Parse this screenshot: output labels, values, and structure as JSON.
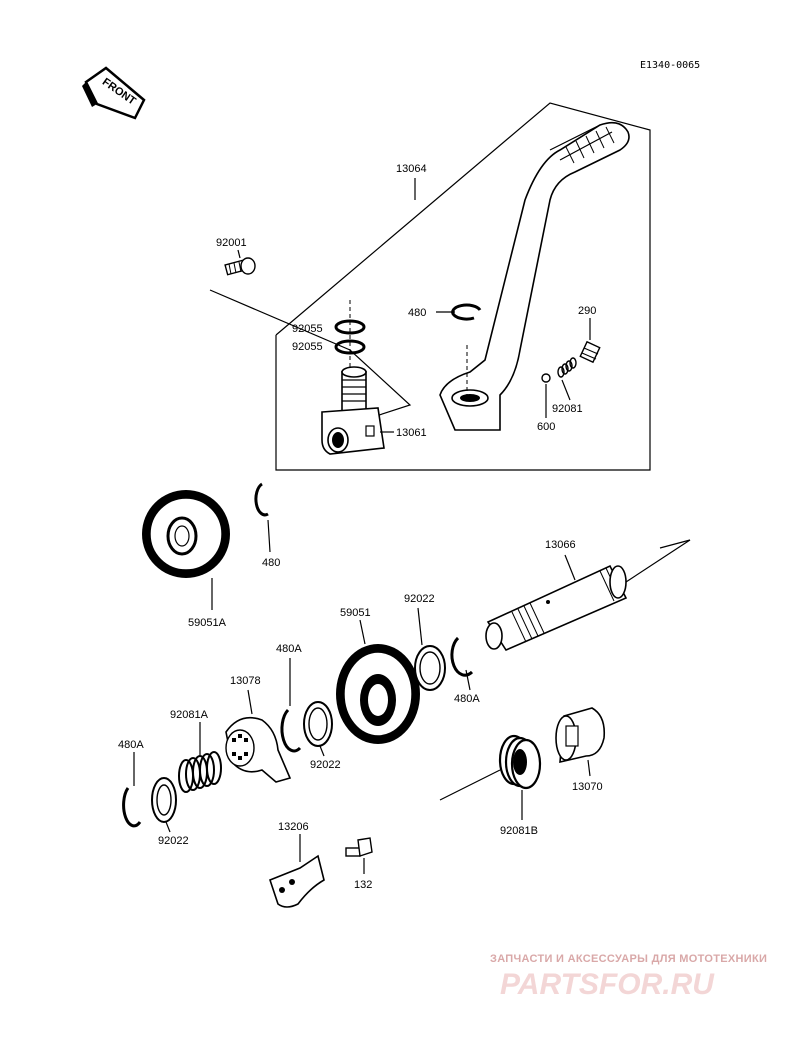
{
  "diagram_code": "E1340-0065",
  "front_label": "FRONT",
  "parts": {
    "p13064": "13064",
    "p92001": "92001",
    "p92055a": "92055",
    "p92055b": "92055",
    "p13061": "13061",
    "p480_top": "480",
    "p290": "290",
    "p92081": "92081",
    "p600": "600",
    "p480_mid": "480",
    "p59051A": "59051A",
    "p13066": "13066",
    "p59051": "59051",
    "p92022_a": "92022",
    "p480A_a": "480A",
    "p13078": "13078",
    "p480A_b": "480A",
    "p92081A": "92081A",
    "p92022_b": "92022",
    "p480A_c": "480A",
    "p92022_c": "92022",
    "p13070": "13070",
    "p92081B": "92081B",
    "p13206": "13206",
    "p132": "132"
  },
  "watermark": {
    "tagline": "ЗАПЧАСТИ И АКСЕССУАРЫ ДЛЯ МОТОТЕХНИКИ",
    "logo": "PARTSFOR.RU"
  }
}
